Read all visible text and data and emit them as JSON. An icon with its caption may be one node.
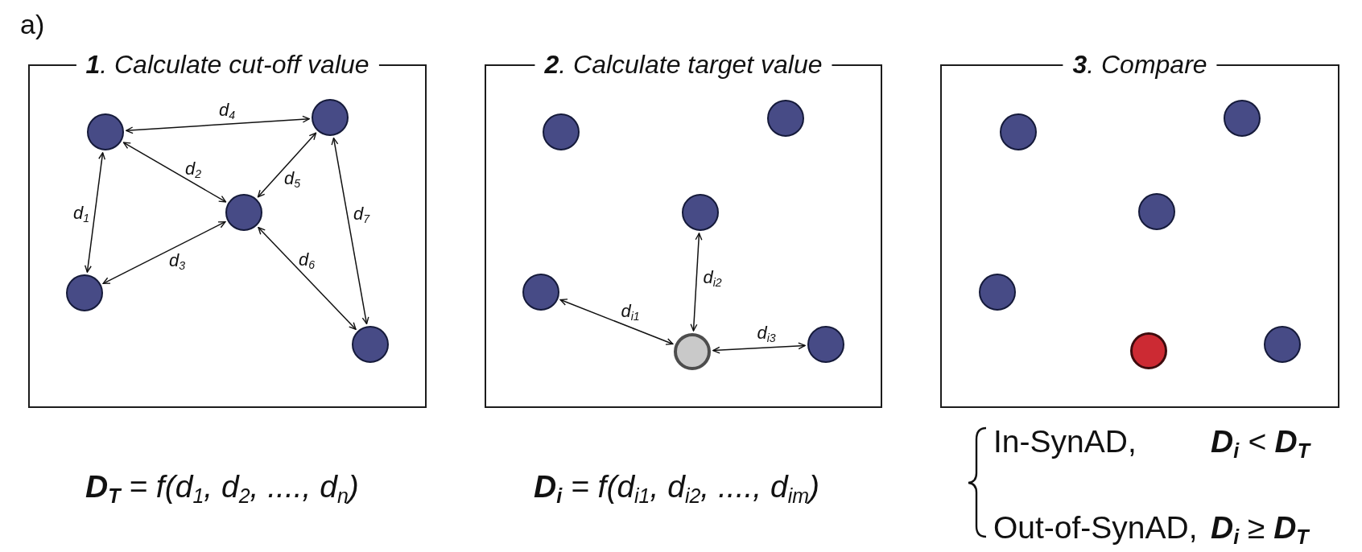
{
  "diagram": {
    "nodes": [
      {
        "text": [
          "**1**. Calculate cut-off value"
        ]
      },
      {
        "text": [],
        "shape": "circle",
        "in": 0
      },
      {
        "text": [],
        "shape": "circle",
        "in": 0
      },
      {
        "text": [],
        "shape": "circle",
        "in": 0
      },
      {
        "text": [],
        "shape": "circle",
        "in": 0
      },
      {
        "text": [],
        "shape": "circle",
        "in": 0
      },
      {
        "text": [
          "**2**. Calculate target value"
        ]
      },
      {
        "text": [],
        "shape": "circle",
        "in": 6
      },
      {
        "text": [],
        "shape": "circle",
        "in": 6
      },
      {
        "text": [],
        "shape": "circle",
        "in": 6
      },
      {
        "text": [],
        "shape": "circle",
        "in": 6
      },
      {
        "text": [],
        "shape": "circle",
        "in": 6
      },
      {
        "text": [],
        "shape": "circle",
        "in": 6
      },
      {
        "text": [
          "**3**. Compare"
        ]
      },
      {
        "text": [],
        "shape": "circle",
        "in": 13
      },
      {
        "text": [],
        "shape": "circle",
        "in": 13
      },
      {
        "text": [],
        "shape": "circle",
        "in": 13
      },
      {
        "text": [],
        "shape": "circle",
        "in": 13
      },
      {
        "text": [],
        "shape": "circle",
        "in": 13
      },
      {
        "text": [],
        "shape": "circle",
        "in": 13
      }
    ],
    "edges": [
      {
        "from": 1,
        "to": 4,
        "arrow": "both",
        "label": "d$_{1}$"
      },
      {
        "from": 1,
        "to": 3,
        "arrow": "both",
        "label": "d$_{2}$"
      },
      {
        "from": 4,
        "to": 3,
        "arrow": "both",
        "label": "d$_{3}$"
      },
      {
        "from": 1,
        "to": 2,
        "arrow": "both",
        "label": "d$_{4}$"
      },
      {
        "from": 2,
        "to": 3,
        "arrow": "both",
        "label": "d$_{5}$"
      },
      {
        "from": 3,
        "to": 5,
        "arrow": "both",
        "label": "d$_{6}$"
      },
      {
        "from": 2,
        "to": 5,
        "arrow": "both",
        "label": "d$_{7}$"
      },
      {
        "from": 11,
        "to": 10,
        "arrow": "both",
        "label": "d$_{i1}$"
      },
      {
        "from": 11,
        "to": 9,
        "arrow": "both",
        "label": "d$_{i2}$"
      },
      {
        "from": 11,
        "to": 12,
        "arrow": "both",
        "label": "d$_{i3}$"
      }
    ],
    "labels": [
      "a)",
      "**D$_{T}$** = f(d$_{1}$, d$_{2}$, ...., d$_{n}$)",
      "**D$_{i}$** = f(d$_{i1}$, d$_{i2}$, ...., d$_{im}$)",
      "In-SynAD,",
      "**D$_{i}$** < **D$_{T}$**",
      "Out-of-SynAD,",
      "**D$_{i}$** ≥ **D$_{T}$**"
    ]
  }
}
